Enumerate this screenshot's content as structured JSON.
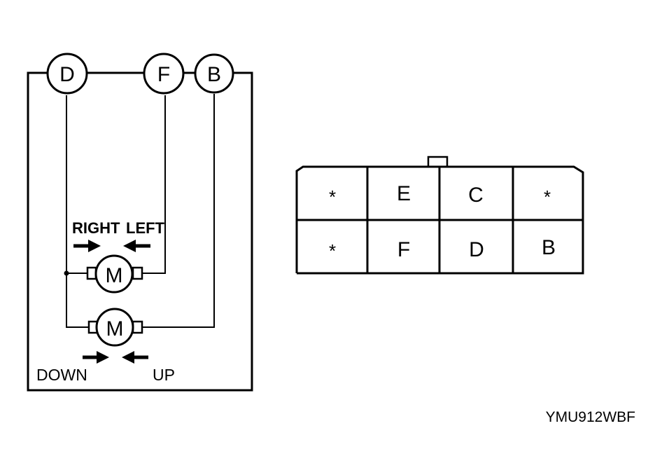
{
  "diagram": {
    "terminals": [
      "D",
      "F",
      "B"
    ],
    "motors": [
      "M",
      "M"
    ],
    "labels": {
      "right": "RIGHT",
      "left": "LEFT",
      "down": "DOWN",
      "up": "UP"
    },
    "connector": {
      "top_row": [
        "*",
        "E",
        "C",
        "*"
      ],
      "bottom_row": [
        "*",
        "F",
        "D",
        "B"
      ]
    },
    "code": "YMU912WBF"
  }
}
